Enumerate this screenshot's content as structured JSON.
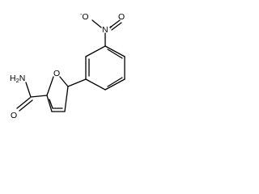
{
  "molecule": {
    "atoms": {
      "amide_n": {
        "symbol": "H",
        "sub": "2",
        "tail": "N"
      },
      "amide_o": {
        "symbol": "O"
      },
      "ring_o": {
        "symbol": "O"
      },
      "nitro_n": {
        "symbol": "N",
        "charge": "+"
      },
      "nitro_o1": {
        "symbol": "O",
        "charge": "-"
      },
      "nitro_o2": {
        "symbol": "O"
      }
    }
  }
}
